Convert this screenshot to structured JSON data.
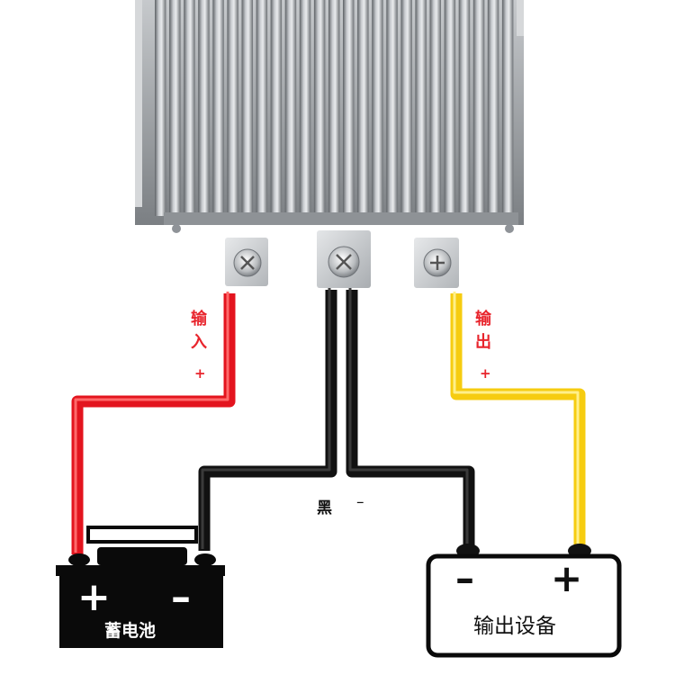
{
  "labels": {
    "input_char1": "输",
    "input_char2": "入",
    "input_plus": "+",
    "output_char1": "输",
    "output_char2": "出",
    "output_plus": "+",
    "ground_label": "黑",
    "ground_minus": "–",
    "battery_label": "蓄电池",
    "battery_plus": "+",
    "battery_minus": "–",
    "device_label": "输出设备",
    "device_minus": "–",
    "device_plus": "+"
  },
  "colors": {
    "input_wire": "#e3141e",
    "output_wire": "#f6cc10",
    "ground_wire": "#111111",
    "heatsink": "#9a9ea2",
    "battery_body": "#0a0a0a"
  }
}
